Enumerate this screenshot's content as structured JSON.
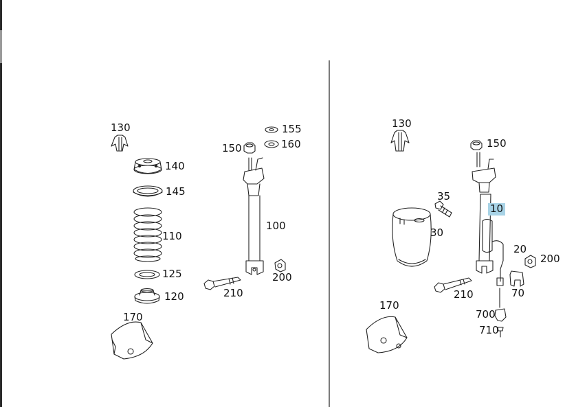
{
  "diagram": {
    "left_panel": {
      "labels": {
        "p130": "130",
        "p140": "140",
        "p145": "145",
        "p110": "110",
        "p125": "125",
        "p120": "120",
        "p170": "170",
        "p150": "150",
        "p155": "155",
        "p160": "160",
        "p100": "100",
        "p200": "200",
        "p210": "210"
      }
    },
    "right_panel": {
      "labels": {
        "p130": "130",
        "p150": "150",
        "p35": "35",
        "p10": "10",
        "p30": "30",
        "p20": "20",
        "p200": "200",
        "p210": "210",
        "p70": "70",
        "p170": "170",
        "p700": "700",
        "p710": "710"
      },
      "highlighted_part": "10",
      "highlight_color": "#a8d3e6"
    }
  }
}
